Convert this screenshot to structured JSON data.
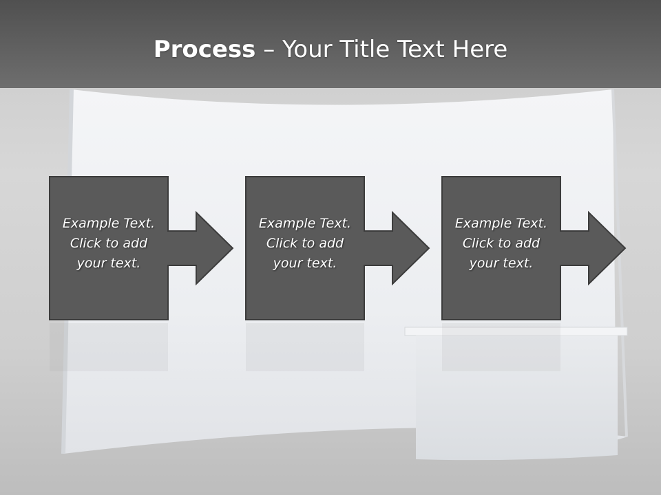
{
  "title": {
    "bold": "Process",
    "rest": " – Your Title Text Here"
  },
  "steps": [
    {
      "lines": [
        "Example Text.",
        "Click  to add",
        "your text."
      ]
    },
    {
      "lines": [
        "Example Text.",
        "Click  to add",
        "your text."
      ]
    },
    {
      "lines": [
        "Example Text.",
        "Click  to add",
        "your text."
      ]
    }
  ],
  "colors": {
    "box_fill": "#5a5a5a",
    "box_stroke": "#3c3c3c",
    "header": "#5c5c5c",
    "text": "#ffffff"
  }
}
